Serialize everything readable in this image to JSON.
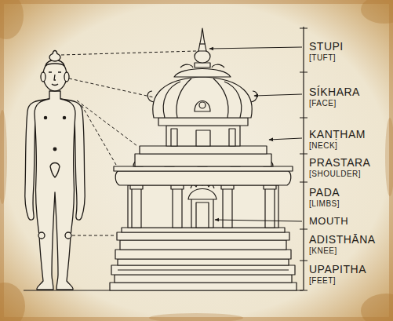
{
  "diagram": {
    "labels": [
      "STUPI",
      "[TUFT]",
      "SÍKHARA",
      "[FACE]",
      "KANṬHAM",
      "[NECK]",
      "PRASTARA",
      "[SHOULDER]",
      "PADA",
      "[LIMBS]",
      "MOUTH",
      "ADISTHĀNA",
      "[KNEE]",
      "UPAPITHA",
      "[FEET]"
    ]
  }
}
